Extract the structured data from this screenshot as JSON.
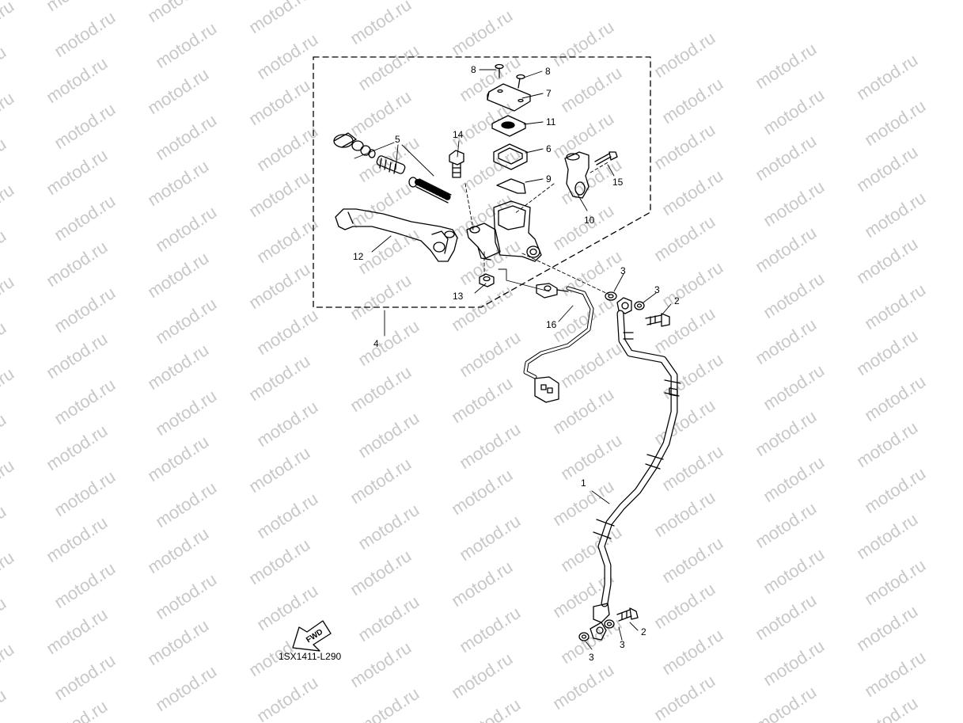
{
  "watermark": {
    "text": "motod.ru"
  },
  "document_id": "1SX1411-L290",
  "fwd_label": "FWD",
  "callouts": {
    "c1": "1",
    "c2a": "2",
    "c2b": "2",
    "c3a": "3",
    "c3b": "3",
    "c3c": "3",
    "c3d": "3",
    "c4": "4",
    "c5": "5",
    "c6": "6",
    "c7": "7",
    "c8a": "8",
    "c8b": "8",
    "c9": "9",
    "c10": "10",
    "c11": "11",
    "c12": "12",
    "c13": "13",
    "c14": "14",
    "c15": "15",
    "c16": "16"
  }
}
